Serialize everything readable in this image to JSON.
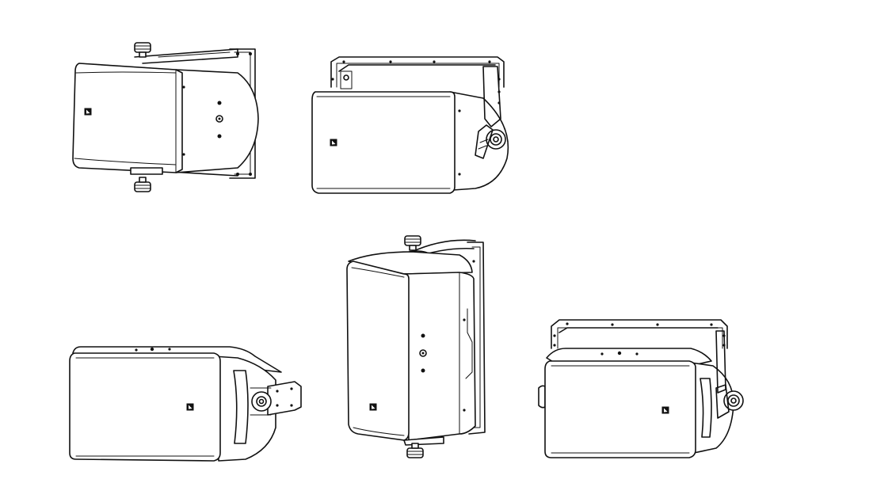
{
  "figure": {
    "background": "#ffffff",
    "stroke_color": "#111111",
    "views": [
      {
        "id": "view-1",
        "description_icon": "speaker-side-yoke-icon"
      },
      {
        "id": "view-2",
        "description_icon": "speaker-angled-yoke-icon"
      },
      {
        "id": "view-3",
        "description_icon": "speaker-horizontal-icon"
      },
      {
        "id": "view-4",
        "description_icon": "speaker-vertical-icon"
      },
      {
        "id": "view-5",
        "description_icon": "speaker-front-yoke-icon"
      }
    ]
  }
}
